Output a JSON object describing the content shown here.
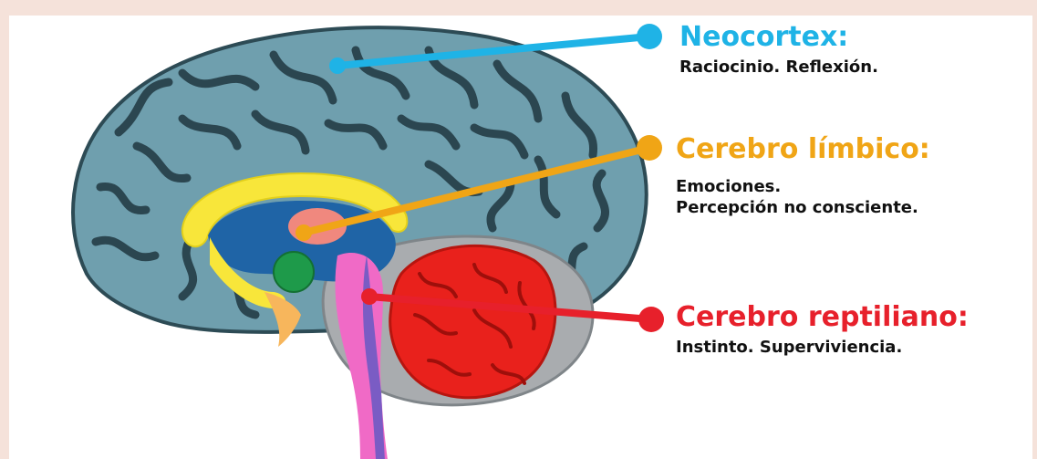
{
  "labels": {
    "neocortex": {
      "title": "Neocortex:",
      "desc_lines": [
        "Raciocinio. Reflexión."
      ],
      "color": "#1fb3e6"
    },
    "limbic": {
      "title": "Cerebro límbico:",
      "desc_lines": [
        "Emociones.",
        "Percepción no consciente."
      ],
      "color": "#f0a516"
    },
    "reptilian": {
      "title": "Cerebro reptiliano:",
      "desc_lines": [
        "Instinto. Superviviencia."
      ],
      "color": "#e7202b"
    }
  },
  "colors": {
    "background": "#f5e2da",
    "cortex": "#6f9fae",
    "cortex_dark": "#2d4b55",
    "corpus_callosum": "#f8e63a",
    "limbic_fill": "#1f64a6",
    "thalamus": "#f0887e",
    "amygdala": "#1e9a4a",
    "brainstem": "#f06ac6",
    "cerebellum": "#e9211c",
    "temporal_lobe": "#a9acaf"
  }
}
